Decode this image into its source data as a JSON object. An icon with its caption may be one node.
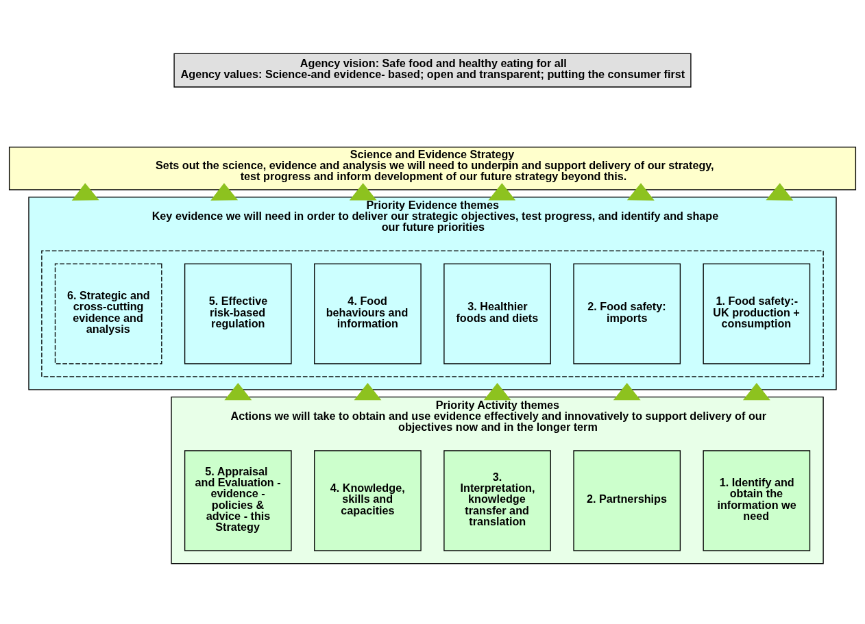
{
  "diagram": {
    "nodes": [
      {
        "text": [
          "Agency vision: Safe food and healthy eating for all",
          "Agency values: Science-and evidence- based; open and transparent; putting the consumer first"
        ]
      },
      {
        "text": [
          "Science and Evidence Strategy",
          "Sets out the science, evidence and analysis we will need to underpin and support delivery of our strategy, test progress and inform development of our future strategy beyond this."
        ]
      },
      {
        "text": [
          "Priority Evidence themes",
          "Key evidence we will need in order to deliver our strategic objectives, test progress, and identify and shape our future priorities"
        ]
      },
      {
        "text": [],
        "shape": "box",
        "in": 2
      },
      {
        "text": [
          "1. Food safety:- UK production + consumption"
        ],
        "in": 3
      },
      {
        "text": [
          "2. Food safety: imports"
        ],
        "in": 3
      },
      {
        "text": [
          "3. Healthier foods and diets"
        ],
        "in": 3
      },
      {
        "text": [
          "4. Food behaviours and information"
        ],
        "in": 3
      },
      {
        "text": [
          "5. Effective risk-based regulation"
        ],
        "in": 3
      },
      {
        "text": [
          "6. Strategic and cross-cutting evidence and analysis"
        ],
        "in": 3
      },
      {
        "text": [
          "Priority Activity themes",
          "Actions we will take to obtain and use evidence effectively and innovatively to support delivery of our  objectives now and in the longer term"
        ]
      },
      {
        "text": [
          "1. Identify and obtain the information we need"
        ],
        "in": 10
      },
      {
        "text": [
          "2. Partnerships"
        ],
        "in": 10
      },
      {
        "text": [
          "3. Interpretation, knowledge transfer and translation"
        ],
        "in": 10
      },
      {
        "text": [
          "4. Knowledge, skills and capacities"
        ],
        "in": 10
      },
      {
        "text": [
          "5. Appraisal  and Evaluation - evidence - policies & advice - this Strategy"
        ],
        "in": 10
      }
    ],
    "edges": [
      {
        "from": 2,
        "to": 1,
        "arrow": "to",
        "style": "thick"
      },
      {
        "from": 2,
        "to": 1,
        "arrow": "to",
        "style": "thick"
      },
      {
        "from": 2,
        "to": 1,
        "arrow": "to",
        "style": "thick"
      },
      {
        "from": 2,
        "to": 1,
        "arrow": "to",
        "style": "thick"
      },
      {
        "from": 2,
        "to": 1,
        "arrow": "to",
        "style": "thick"
      },
      {
        "from": 2,
        "to": 1,
        "arrow": "to",
        "style": "thick"
      },
      {
        "from": 10,
        "to": 2,
        "arrow": "to",
        "style": "thick"
      },
      {
        "from": 10,
        "to": 2,
        "arrow": "to",
        "style": "thick"
      },
      {
        "from": 10,
        "to": 2,
        "arrow": "to",
        "style": "thick"
      },
      {
        "from": 10,
        "to": 2,
        "arrow": "to",
        "style": "thick"
      },
      {
        "from": 10,
        "to": 2,
        "arrow": "to",
        "style": "thick"
      }
    ]
  }
}
